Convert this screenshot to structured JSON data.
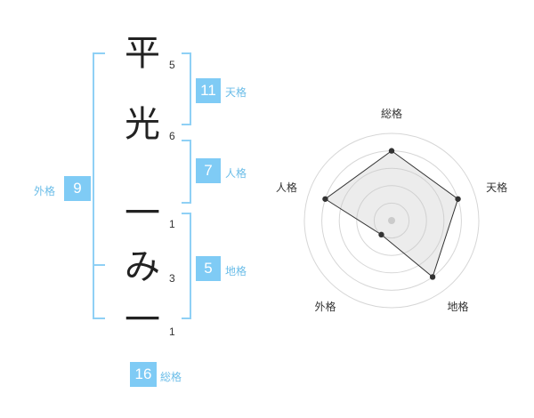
{
  "name_chars": [
    {
      "char": "平",
      "strokes": "5"
    },
    {
      "char": "光",
      "strokes": "6"
    },
    {
      "char": "一",
      "strokes": "1"
    },
    {
      "char": "み",
      "strokes": "3"
    },
    {
      "char": "一",
      "strokes": "1"
    }
  ],
  "kaku": {
    "tenkaku": {
      "value": "11",
      "label": "天格"
    },
    "jinkaku": {
      "value": "7",
      "label": "人格"
    },
    "chikaku": {
      "value": "5",
      "label": "地格"
    },
    "gaikaku": {
      "value": "9",
      "label": "外格"
    },
    "soukaku": {
      "value": "16",
      "label": "総格"
    }
  },
  "colors": {
    "accent": "#7fcbf5",
    "accent_text": "#6bbde8",
    "bracket": "#8fd0f5"
  },
  "chart_data": {
    "type": "radar",
    "axes": [
      "総格",
      "天格",
      "地格",
      "外格",
      "人格"
    ],
    "values": [
      4,
      4,
      4,
      1,
      4
    ],
    "rmax": 5,
    "rings": 5
  }
}
